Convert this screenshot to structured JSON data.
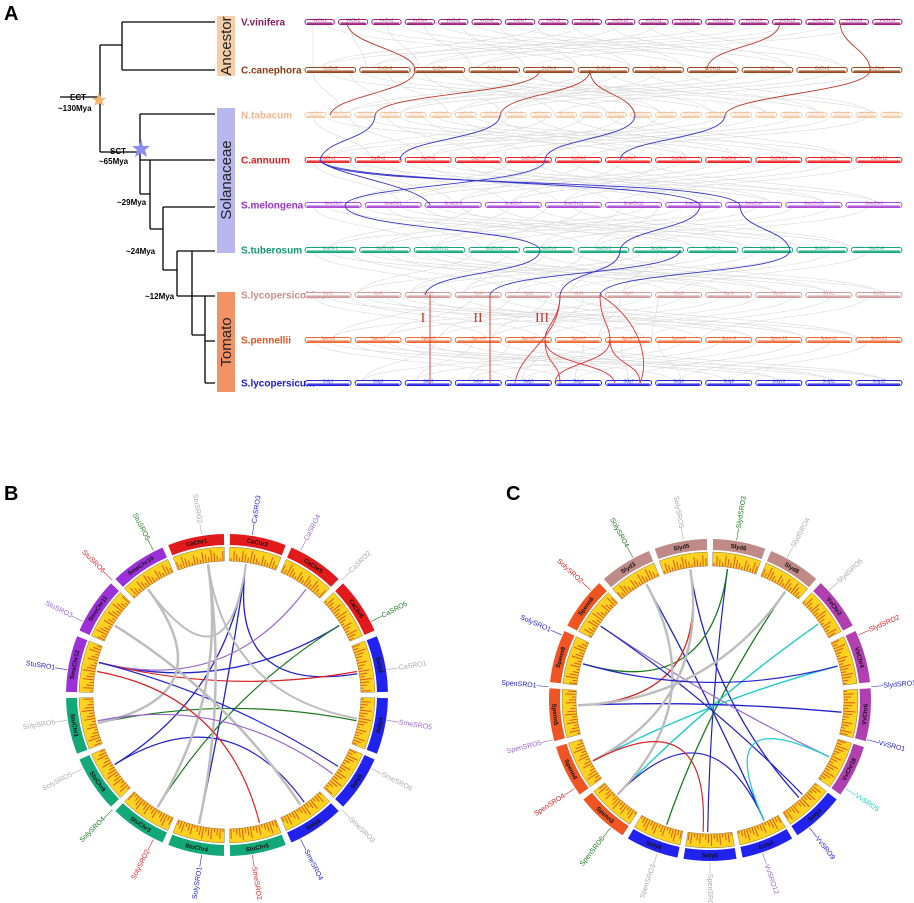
{
  "panels": {
    "a": "A",
    "b": "B",
    "c": "C"
  },
  "panel_a": {
    "groups": [
      {
        "label": "Ancestor",
        "color": "#f6cda7"
      },
      {
        "label": "Solanaceae",
        "color": "#b9b7ef"
      },
      {
        "label": "Tomato",
        "color": "#f29266"
      }
    ],
    "events": [
      {
        "label": "ECT",
        "age": "~130Mya",
        "color": "#f6b26b"
      },
      {
        "label": "SCT",
        "age": "~65Mya",
        "color": "#8c8cf0"
      }
    ],
    "node_ages": [
      "~29Mya",
      "~24Mya",
      "~12Mya"
    ],
    "roman_numerals": [
      "I",
      "II",
      "III"
    ],
    "species": [
      {
        "name": "V.vinifera",
        "color": "#8b1a5e",
        "fill": "#a21d80",
        "chromosomes": [
          "VvChr1",
          "VvChr2",
          "VvChr3",
          "VvChr4",
          "VvChr5",
          "VvChr6",
          "VvChr7",
          "VvChr8",
          "VvChr9",
          "VvChr10",
          "VvChr11",
          "VvChr12",
          "VvChr13",
          "VvChr14",
          "VvChr15",
          "VvChr17",
          "VvChr18",
          "VvChr19"
        ]
      },
      {
        "name": "C.canephora",
        "color": "#8b3a10",
        "fill": "#a0461a",
        "chromosomes": [
          "CcChr5",
          "CcChr6",
          "CcChr7",
          "CcChr1",
          "CcChr8",
          "CcChr9",
          "CcChr10",
          "CcChr11",
          "CcChr2",
          "CcChr3",
          "CcChr4"
        ]
      },
      {
        "name": "N.tabacum",
        "color": "#f0b890",
        "fill": "#f3c9a5",
        "chromosomes": [
          "NtChr1",
          "NtChr2",
          "NtChr3",
          "NtChr4",
          "NtChr5",
          "NtChr6",
          "NtChr7",
          "NtChr8",
          "NtChr9",
          "NtChr10",
          "NtChr11",
          "NtChr12",
          "NtChr13",
          "NtChr14",
          "NtChr15",
          "NtChr16",
          "NtChr17",
          "NtChr18",
          "NtChr19",
          "NtChr20",
          "NtChr21",
          "NtChr22",
          "NtChr23",
          "NtChr24"
        ]
      },
      {
        "name": "C.annuum",
        "color": "#e41a1a",
        "fill": "#ee2222",
        "chromosomes": [
          "CaChr1",
          "CaChr2",
          "CaChr3",
          "CaChr4",
          "CaChr5",
          "CaChr6",
          "CaChr7",
          "CaChr8",
          "CaChr9",
          "CaChr10",
          "CaChr11",
          "CaChr12"
        ]
      },
      {
        "name": "S.melongena",
        "color": "#9a32cd",
        "fill": "#ab4ad8",
        "chromosomes": [
          "SmeChr3",
          "SmeChr2",
          "SmeChr6",
          "SmeChr7",
          "SmeChr11",
          "SmeChr12",
          "SmeChr5",
          "SmeChr4",
          "SmeChr10",
          "SmeChr8"
        ]
      },
      {
        "name": "S.tuberosum",
        "color": "#0f9a6e",
        "fill": "#12a878",
        "chromosomes": [
          "StuChr1",
          "StuChr10",
          "StuChr11",
          "StuChr12",
          "StuChr2",
          "StuChr3",
          "StuChr4",
          "StuChr5",
          "StuChr6",
          "StuChr7",
          "StuChr8"
        ]
      },
      {
        "name": "S.lycopersicoides",
        "color": "#c98e8e",
        "fill": "#d29a9a",
        "chromosomes": [
          "Slyd1",
          "Slyd2",
          "Slyd3",
          "Slyd4",
          "Slyd5",
          "Slyd6",
          "Slyd7",
          "Slyd8",
          "Slyd9",
          "Slyd10",
          "Slyd11",
          "Slyd12"
        ]
      },
      {
        "name": "S.pennellii",
        "color": "#e8501c",
        "fill": "#ef6a30",
        "chromosomes": [
          "Spenn1",
          "Spenn2",
          "Spenn3",
          "Spenn4",
          "Spenn5",
          "Spenn6",
          "Spenn7",
          "Spenn8",
          "Spenn9",
          "Spenn10",
          "Spenn11",
          "Spenn12"
        ]
      },
      {
        "name": "S.lycopersicum",
        "color": "#1a1ad6",
        "fill": "#2323e0",
        "chromosomes": [
          "Soly1",
          "Soly2",
          "Soly3",
          "Soly4",
          "Soly5",
          "Soly6",
          "Soly7",
          "Soly8",
          "Soly9",
          "Soly10",
          "Soly11",
          "Soly12"
        ]
      }
    ]
  },
  "panel_b": {
    "segments": [
      {
        "label": "CaChr3",
        "color": "#e31a1c"
      },
      {
        "label": "CaChr5",
        "color": "#e31a1c"
      },
      {
        "label": "CaChr6",
        "color": "#e31a1c"
      },
      {
        "label": "Soly3",
        "color": "#2222ee"
      },
      {
        "label": "Soly4",
        "color": "#2222ee"
      },
      {
        "label": "Soly5",
        "color": "#2222ee"
      },
      {
        "label": "Soly6",
        "color": "#2222ee"
      },
      {
        "label": "StuChr5",
        "color": "#12a878"
      },
      {
        "label": "StuChr4",
        "color": "#12a878"
      },
      {
        "label": "StuChr3",
        "color": "#12a878"
      },
      {
        "label": "StuChr8",
        "color": "#12a878"
      },
      {
        "label": "StuChr1",
        "color": "#12a878"
      },
      {
        "label": "SmeChr12",
        "color": "#9b30d9"
      },
      {
        "label": "SmeChr11",
        "color": "#9b30d9"
      },
      {
        "label": "SmeChr10",
        "color": "#9b30d9"
      },
      {
        "label": "CaChr1",
        "color": "#e31a1c"
      }
    ],
    "genes": [
      {
        "label": "CaSRO3",
        "color": "#2222cc"
      },
      {
        "label": "CaSRO4",
        "color": "#9966cc"
      },
      {
        "label": "CaSRO2",
        "color": "#aaaaaa"
      },
      {
        "label": "CaSRO5",
        "color": "#1b7a1b"
      },
      {
        "label": "CaSRO1",
        "color": "#aaaaaa"
      },
      {
        "label": "SmeSRO5",
        "color": "#9966cc"
      },
      {
        "label": "SmeSRO6",
        "color": "#aaaaaa"
      },
      {
        "label": "SmeSRO3",
        "color": "#aaaaaa"
      },
      {
        "label": "SmeSRO4",
        "color": "#2222cc"
      },
      {
        "label": "SmeSRO2",
        "color": "#dd2222"
      },
      {
        "label": "SolySRO1",
        "color": "#2222cc"
      },
      {
        "label": "SolySRO2",
        "color": "#dd2222"
      },
      {
        "label": "SolySRO4",
        "color": "#1b7a1b"
      },
      {
        "label": "SolySRO5",
        "color": "#aaaaaa"
      },
      {
        "label": "SolySRO6",
        "color": "#aaaaaa"
      },
      {
        "label": "StuSRO1",
        "color": "#2222cc"
      },
      {
        "label": "StuSRO3",
        "color": "#9966cc"
      },
      {
        "label": "StuSRO6",
        "color": "#dd2222"
      },
      {
        "label": "StuSRO5",
        "color": "#1b7a1b"
      },
      {
        "label": "StuSRO2",
        "color": "#aaaaaa"
      }
    ]
  },
  "panel_c": {
    "segments": [
      {
        "label": "Slyd6",
        "color": "#c08a86"
      },
      {
        "label": "Slyd8",
        "color": "#c08a86"
      },
      {
        "label": "VvChr2",
        "color": "#b040b0"
      },
      {
        "label": "VvChr4",
        "color": "#b040b0"
      },
      {
        "label": "VvChr6",
        "color": "#b040b0"
      },
      {
        "label": "VvChr18",
        "color": "#b040b0"
      },
      {
        "label": "Soly3",
        "color": "#2222ee"
      },
      {
        "label": "Soly6",
        "color": "#2222ee"
      },
      {
        "label": "Soly5",
        "color": "#2222ee"
      },
      {
        "label": "Soly8",
        "color": "#2222ee"
      },
      {
        "label": "Spenn3",
        "color": "#ee5522"
      },
      {
        "label": "Spenn4",
        "color": "#ee5522"
      },
      {
        "label": "Spenn5",
        "color": "#ee5522"
      },
      {
        "label": "Spenn8",
        "color": "#ee5522"
      },
      {
        "label": "Spenn6",
        "color": "#ee5522"
      },
      {
        "label": "Slyd3",
        "color": "#c08a86"
      },
      {
        "label": "Slyd5",
        "color": "#c08a86"
      }
    ],
    "genes": [
      {
        "label": "SlydSRO3",
        "color": "#1b7a1b"
      },
      {
        "label": "SlydSRO4",
        "color": "#aaaaaa"
      },
      {
        "label": "SlydSRO5",
        "color": "#aaaaaa"
      },
      {
        "label": "SlydSRO2",
        "color": "#dd2222"
      },
      {
        "label": "SlydSRO1",
        "color": "#2222cc"
      },
      {
        "label": "VvSRO1",
        "color": "#2222cc"
      },
      {
        "label": "VvSRO5",
        "color": "#22cccc"
      },
      {
        "label": "VvSRO9",
        "color": "#2222cc"
      },
      {
        "label": "VvSRO12",
        "color": "#9966cc"
      },
      {
        "label": "SpenSRO2",
        "color": "#aaaaaa"
      },
      {
        "label": "SpenSRO3",
        "color": "#aaaaaa"
      },
      {
        "label": "SpenSRO6",
        "color": "#1b7a1b"
      },
      {
        "label": "SpenSRO4",
        "color": "#dd2222"
      },
      {
        "label": "SpenSRO5",
        "color": "#9966cc"
      },
      {
        "label": "SpenSRO1",
        "color": "#2222cc"
      },
      {
        "label": "SolySRO1",
        "color": "#2222cc"
      },
      {
        "label": "SolySRO2",
        "color": "#dd2222"
      },
      {
        "label": "SolySRO4",
        "color": "#1b7a1b"
      },
      {
        "label": "SolySRO5",
        "color": "#aaaaaa"
      }
    ]
  }
}
